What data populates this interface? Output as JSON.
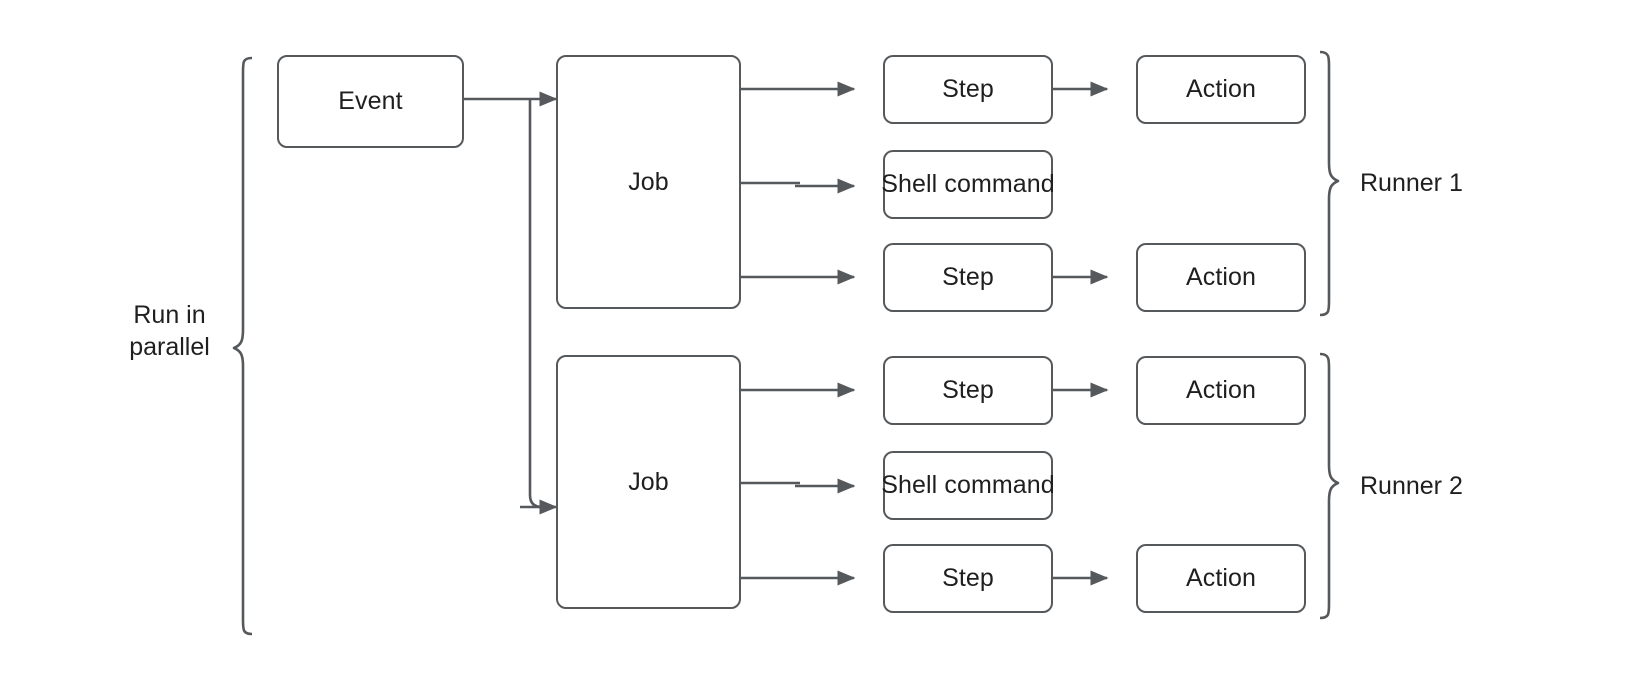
{
  "diagram": {
    "title": "GitHub Actions workflow: event triggers parallel jobs with steps and actions",
    "background": "#ffffff",
    "stroke_color": "#56595c",
    "text_color": "#1f1f1f",
    "nodes": {
      "event": {
        "label": "Event"
      },
      "job1": {
        "label": "Job"
      },
      "job2": {
        "label": "Job"
      },
      "runner1_step1": {
        "label": "Step"
      },
      "runner1_action1": {
        "label": "Action"
      },
      "runner1_shell": {
        "label": "Shell command"
      },
      "runner1_step2": {
        "label": "Step"
      },
      "runner1_action2": {
        "label": "Action"
      },
      "runner2_step1": {
        "label": "Step"
      },
      "runner2_action1": {
        "label": "Action"
      },
      "runner2_shell": {
        "label": "Shell command"
      },
      "runner2_step2": {
        "label": "Step"
      },
      "runner2_action2": {
        "label": "Action"
      }
    },
    "labels": {
      "run_in_parallel": "Run in\nparallel",
      "runner_1": "Runner 1",
      "runner_2": "Runner 2"
    }
  }
}
